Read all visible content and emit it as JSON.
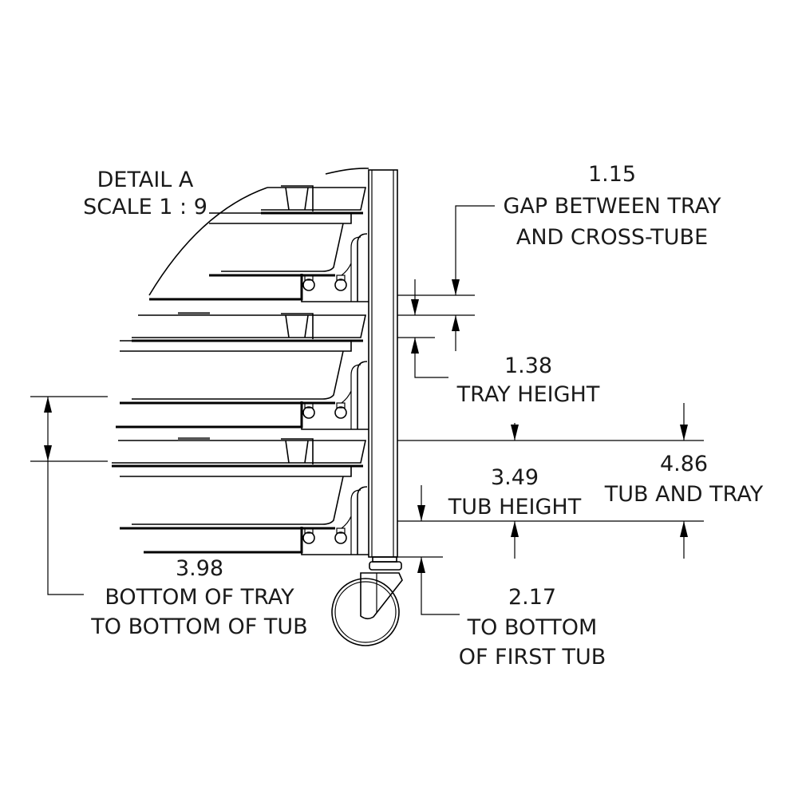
{
  "detail": {
    "title": "DETAIL A",
    "scale": "SCALE 1 : 9"
  },
  "dimensions": {
    "gap": {
      "value": "1.15",
      "line1": "GAP BETWEEN TRAY",
      "line2": "AND CROSS-TUBE"
    },
    "tray_height": {
      "value": "1.38",
      "line1": "TRAY HEIGHT"
    },
    "tub_and_tray": {
      "value": "4.86",
      "line1": "TUB AND TRAY"
    },
    "tub_height": {
      "value": "3.49",
      "line1": "TUB HEIGHT"
    },
    "tray_to_tub": {
      "value": "3.98",
      "line1": "BOTTOM OF TRAY",
      "line2": "TO BOTTOM OF TUB"
    },
    "first_tub": {
      "value": "2.17",
      "line1": "TO BOTTOM",
      "line2": "OF FIRST TUB"
    }
  }
}
